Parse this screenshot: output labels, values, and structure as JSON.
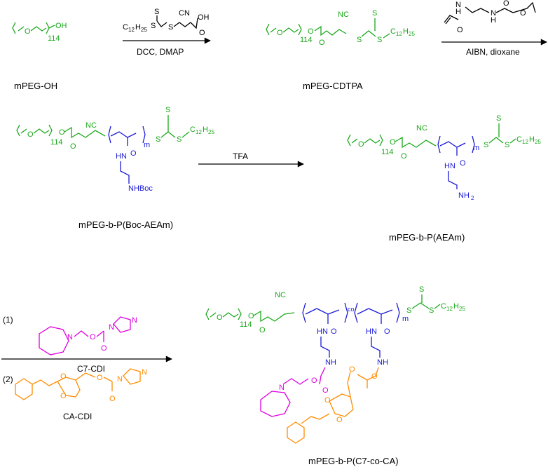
{
  "compounds": {
    "mpeg_oh": "mPEG-OH",
    "mpeg_cdtpa": "mPEG-CDTPA",
    "boc": "mPEG-b-P(Boc-AEAm)",
    "aeam": "mPEG-b-P(AEAm)",
    "final": "mPEG-b-P(C7-co-CA)"
  },
  "reagents": {
    "step1": "DCC, DMAP",
    "step2": "AIBN, dioxane",
    "step3": "TFA",
    "step4_1_index": "(1)",
    "step4_1": "C7-CDI",
    "step4_2_index": "(2)",
    "step4_2": "CA-CDI"
  },
  "atoms": {
    "oh": "OH",
    "o": "O",
    "s": "S",
    "cn": "CN",
    "nc": "NC",
    "h": "H",
    "n": "N",
    "hn": "HN",
    "nh": "NH",
    "nhboc": "NHBoc",
    "nh2": "NH",
    "nh2_sub": "2",
    "c12h25": "C",
    "c12_sub": "12",
    "h25": "H",
    "h25_sub": "25",
    "peg_n": "114",
    "m": "m",
    "co": "co"
  },
  "colors": {
    "peg": "#1aa81a",
    "polymer": "#1a1ad6",
    "c7": "#e000e0",
    "ca": "#ff8c00"
  }
}
